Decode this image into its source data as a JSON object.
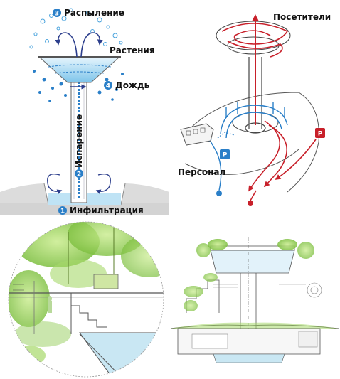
{
  "diagram_a": {
    "spray": {
      "num": "3",
      "label": "Распыление"
    },
    "plants": "Растения",
    "rain": {
      "num": "4",
      "label": "Дождь"
    },
    "evaporation": {
      "num": "2",
      "label": "Испарение"
    },
    "infiltration": {
      "num": "1",
      "label": "Инфильтрация"
    }
  },
  "diagram_b": {
    "visitors": "Посетители",
    "staff": "Персонал",
    "parking_red": "P",
    "parking_blue": "P"
  },
  "colors": {
    "water_blue": "#2a7fc8",
    "light_blue": "#bfe3f5",
    "red": "#c8202a",
    "ground_gray": "#dcdcdc",
    "foliage": "#9fd26a"
  }
}
